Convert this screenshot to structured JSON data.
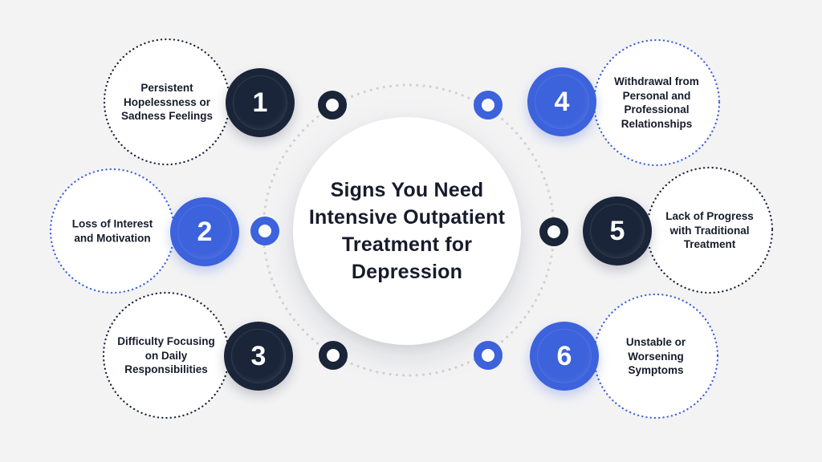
{
  "infographic": {
    "title": "Signs You Need Intensive Outpatient Treatment for Depression",
    "items": [
      {
        "number": "1",
        "label": "Persistent Hopelessness or Sadness Feelings",
        "accent": "dark",
        "side": "left"
      },
      {
        "number": "2",
        "label": "Loss of Interest and Motivation",
        "accent": "blue",
        "side": "left"
      },
      {
        "number": "3",
        "label": "Difficulty Focusing on Daily Responsibilities",
        "accent": "dark",
        "side": "left"
      },
      {
        "number": "4",
        "label": "Withdrawal from Personal and Professional Relationships",
        "accent": "blue",
        "side": "right"
      },
      {
        "number": "5",
        "label": "Lack of Progress with Traditional Treatment",
        "accent": "dark",
        "side": "right"
      },
      {
        "number": "6",
        "label": "Unstable or Worsening Symptoms",
        "accent": "blue",
        "side": "right"
      }
    ]
  },
  "colors": {
    "dark": "#1b2539",
    "blue": "#3c62dc",
    "background": "#f3f3f4",
    "ring_dot_gray": "#d2d2d6",
    "text": "#161c2b",
    "white": "#ffffff"
  }
}
